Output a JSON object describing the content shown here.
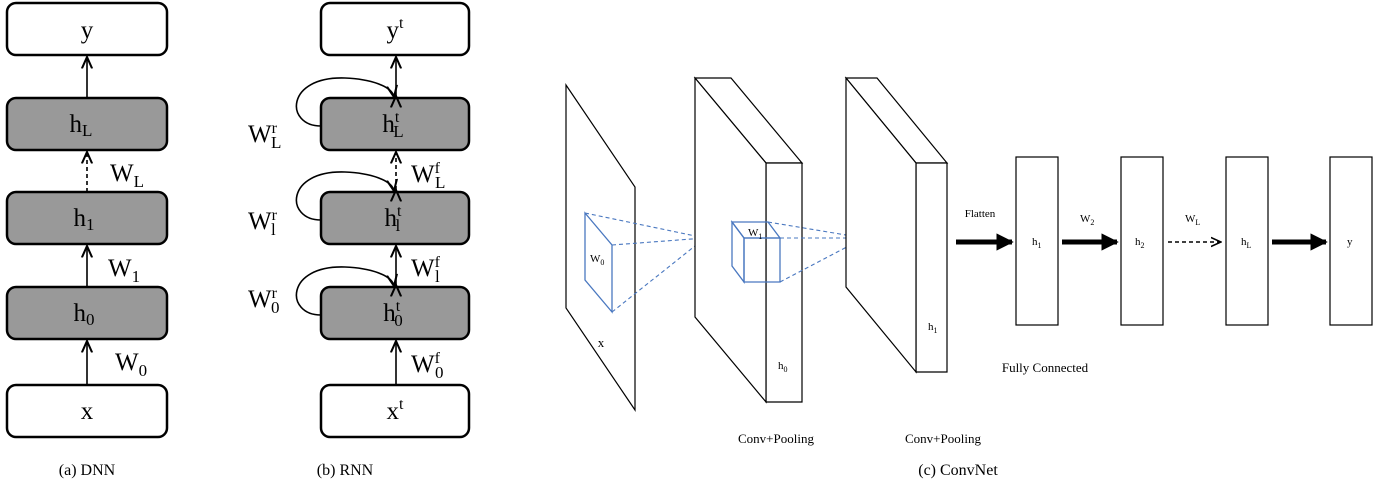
{
  "dnn": {
    "boxes": {
      "y": "y",
      "hL": "h",
      "hL_sub": "L",
      "h1": "h",
      "h1_sub": "1",
      "h0": "h",
      "h0_sub": "0",
      "x": "x"
    },
    "weights": {
      "WL": "W",
      "WL_sub": "L",
      "W1": "W",
      "W1_sub": "1",
      "W0": "W",
      "W0_sub": "0"
    },
    "caption": "(a) DNN"
  },
  "rnn": {
    "boxes": {
      "y": "y",
      "y_sup": "t",
      "h": "h",
      "h_sup": "t",
      "hL_sub": "L",
      "h1_sub": "l",
      "h0_sub": "0",
      "x": "x",
      "x_sup": "t"
    },
    "weights": {
      "W": "W",
      "r": "r",
      "f": "f",
      "L": "L",
      "l": "l",
      "zero": "0"
    },
    "caption": "(b) RNN"
  },
  "convnet": {
    "x_label": "x",
    "w0": "W",
    "w0_sub": "0",
    "w1": "W",
    "w1_sub": "1",
    "h0": "h",
    "h0_sub": "0",
    "h1": "h",
    "h1_sub": "1",
    "conv_pool_1": "Conv+Pooling",
    "conv_pool_2": "Conv+Pooling",
    "flatten": "Flatten",
    "fc_h1": "h",
    "fc_h1_sub": "1",
    "fc_w2": "W",
    "fc_w2_sub": "2",
    "fc_h2": "h",
    "fc_h2_sub": "2",
    "fc_wL": "W",
    "fc_wL_sub": "L",
    "fc_hL": "h",
    "fc_hL_sub": "L",
    "fc_y": "y",
    "fully_connected": "Fully Connected",
    "caption": "(c) ConvNet"
  }
}
